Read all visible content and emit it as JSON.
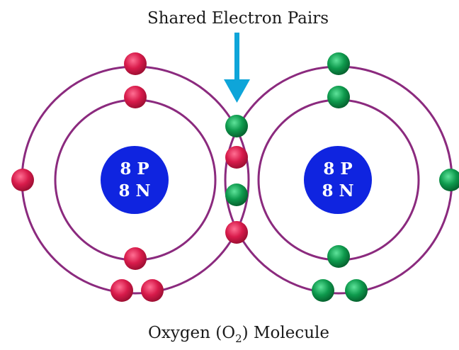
{
  "top_label": "Shared Electron Pairs",
  "bottom_label": {
    "prefix": "Oxygen (O",
    "subscript": "2",
    "suffix": ") Molecule"
  },
  "atoms": [
    {
      "name": "left-oxygen",
      "nucleus": {
        "line1": "8 P",
        "line2": "8 N"
      },
      "electron_color": "#d81b4b"
    },
    {
      "name": "right-oxygen",
      "nucleus": {
        "line1": "8 P",
        "line2": "8 N"
      },
      "electron_color": "#0e9a4d"
    }
  ],
  "colors": {
    "orbit": "#8b2a7e",
    "nucleus": "#0f24e0",
    "arrow": "#0ea5d9",
    "red_electron": "#d81b4b",
    "green_electron": "#0e9a4d"
  }
}
